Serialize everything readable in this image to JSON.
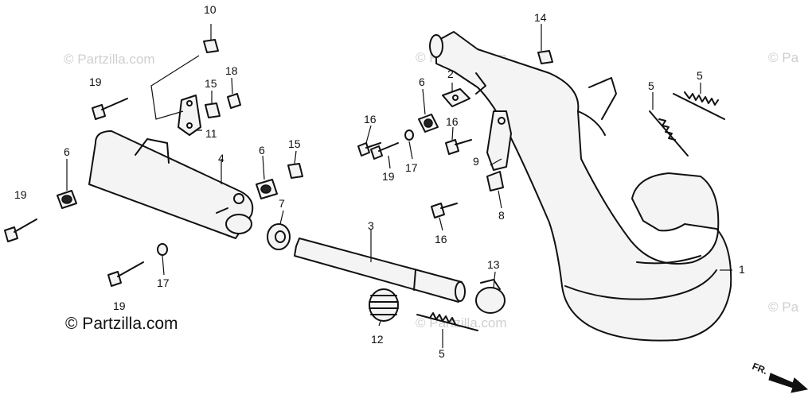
{
  "watermarks": {
    "faint_1": "© Partzilla.com",
    "faint_2": "© Partzilla.com",
    "faint_3": "© Pa",
    "faint_4": "© Partzilla.com",
    "faint_5": "© Pa",
    "main": "© Partzilla.com"
  },
  "direction_label": "FR.",
  "callouts": {
    "c1": "1",
    "c2": "2",
    "c3": "3",
    "c4": "4",
    "c5a": "5",
    "c5b": "5",
    "c5c": "5",
    "c6a": "6",
    "c6b": "6",
    "c6c": "6",
    "c7": "7",
    "c8": "8",
    "c9": "9",
    "c10": "10",
    "c11": "11",
    "c12": "12",
    "c13": "13",
    "c14": "14",
    "c15a": "15",
    "c15b": "15",
    "c16a": "16",
    "c16b": "16",
    "c16c": "16",
    "c17a": "17",
    "c17b": "17",
    "c18": "18",
    "c19a": "19",
    "c19b": "19",
    "c19c": "19",
    "c19d": "19"
  }
}
